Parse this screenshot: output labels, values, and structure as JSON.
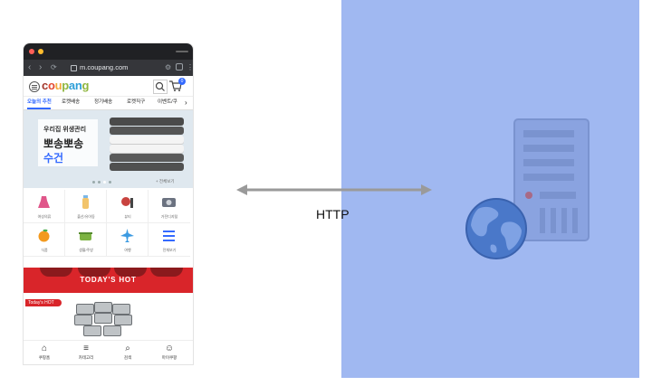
{
  "browser": {
    "url": "m.coupang.com"
  },
  "app": {
    "logo_text": "coupang",
    "cart_count": "0",
    "tabs": [
      "오늘의 추천",
      "로켓배송",
      "정기배송",
      "로켓직구",
      "이벤트/쿠"
    ],
    "banner": {
      "subtitle": "우리집 위생관리",
      "title_line1": "뽀송뽀송",
      "title_line2": "수건",
      "more_label": "+ 전체보기"
    },
    "categories": [
      "여성의류",
      "출산/유아동",
      "뷰티",
      "가전디지털",
      "식품",
      "생활/주방",
      "여행",
      "전체보기"
    ],
    "today_banner": "TODAY'S HOT",
    "hot_badge": "Today's HOT",
    "bottom_nav": [
      "쿠팡홈",
      "카테고리",
      "검색",
      "마이쿠팡"
    ]
  },
  "diagram": {
    "protocol_label": "HTTP"
  },
  "colors": {
    "accent": "#346aff",
    "server_panel": "#a0b8f1",
    "arrow": "#9a9a9a",
    "server_icon": "#7a93cf",
    "globe": "#4a78c9"
  }
}
